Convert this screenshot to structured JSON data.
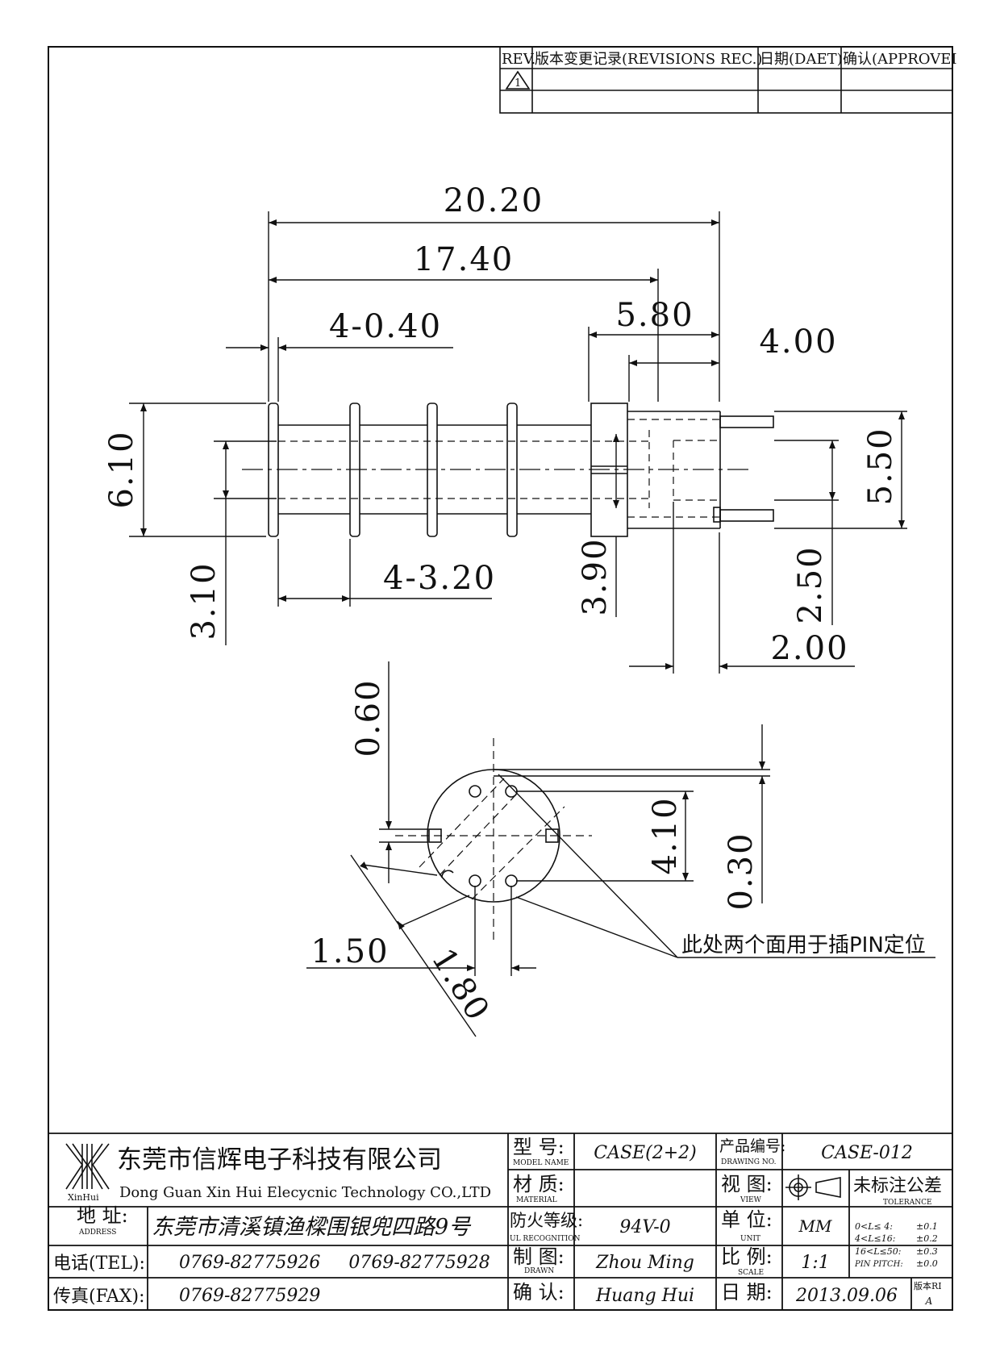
{
  "revision_table": {
    "headers": [
      "REV.",
      "版本变更记录(REVISIONS REC.)",
      "日期(DAET)",
      "确认(APPROVEI"
    ],
    "rev_mark": "1"
  },
  "dimensions": {
    "overall_length": "20.20",
    "body_length": "17.40",
    "flange_thickness": "4-0.40",
    "head_width": "5.80",
    "pin_length": "4.00",
    "flange_height": "6.10",
    "pin_span": "5.50",
    "core_diameter": "3.10",
    "slot_pitch": "4-3.20",
    "head_inner": "3.90",
    "pin_offset_v": "2.50",
    "pin_offset_h": "2.00",
    "top_gap": "0.60",
    "pin_pitch_circle": "4.10",
    "edge_gap": "0.30",
    "hole_spacing": "1.50",
    "diag_width": "1.80"
  },
  "note": "此处两个面用于插PIN定位",
  "title_block": {
    "company_cn": "东莞市信辉电子科技有限公司",
    "company_en": "Dong Guan Xin Hui Elecycnic Technology CO.,LTD",
    "logo_text": "XinHui",
    "address_label_cn": "地  址:",
    "address_label_en": "ADDRESS",
    "address": "东莞市清溪镇渔樑围银兜四路9号",
    "tel_label": "电话(TEL):",
    "tel": "0769-82775926     0769-82775928",
    "fax_label": "传真(FAX):",
    "fax": "0769-82775929",
    "model_label_cn": "型  号:",
    "model_label_en": "MODEL NAME",
    "model": "CASE(2+2)",
    "material_label_cn": "材  质:",
    "material_label_en": "MATERIAL",
    "material": "",
    "ul_label_cn": "防火等级:",
    "ul_label_en": "UL RECOGNITION",
    "ul": "94V-0",
    "drawn_label_cn": "制  图:",
    "drawn_label_en": "DRAWN",
    "drawn": "Zhou Ming",
    "check_label_cn": "确  认:",
    "check": "Huang Hui",
    "drawing_no_label_cn": "产品编号:",
    "drawing_no_label_en": "DRAWING NO.",
    "drawing_no": "CASE-012",
    "view_label_cn": "视  图:",
    "view_label_en": "VIEW",
    "unit_label_cn": "单  位:",
    "unit_label_en": "UNIT",
    "unit": "MM",
    "scale_label_cn": "比  例:",
    "scale_label_en": "SCALE",
    "scale": "1:1",
    "date_label_cn": "日  期:",
    "date": "2013.09.06",
    "version_label": "版本RI",
    "version": "A",
    "tolerance_label_cn": "未标注公差",
    "tolerance_label_en": "TOLERANCE",
    "tolerance_rows": [
      {
        "range": "0<L≤ 4:",
        "value": "±0.1"
      },
      {
        "range": "4<L≤16:",
        "value": "±0.2"
      },
      {
        "range": "16<L≤50:",
        "value": "±0.3"
      },
      {
        "range": "PIN PITCH:",
        "value": "±0.0"
      }
    ]
  }
}
